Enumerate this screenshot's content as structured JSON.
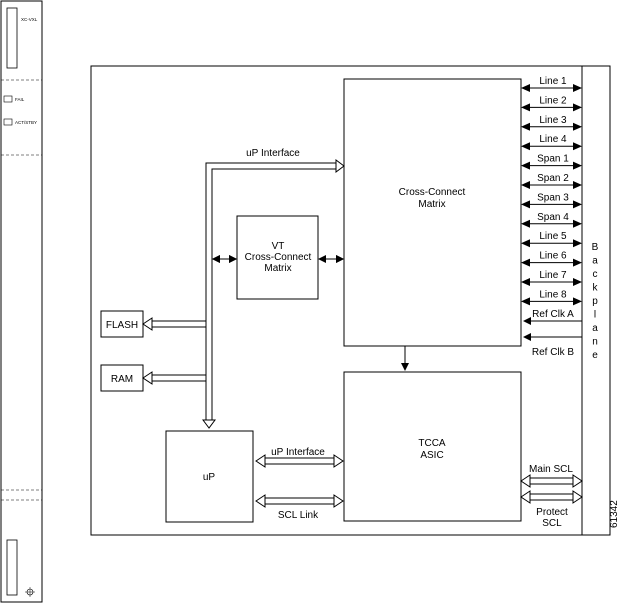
{
  "card": {
    "name": "XC-VXL",
    "leds": [
      "FAIL",
      "ACT/STBY"
    ]
  },
  "blocks": {
    "cross_connect_matrix": "Cross-Connect\nMatrix",
    "vt_matrix": "VT\nCross-Connect\nMatrix",
    "flash": "FLASH",
    "ram": "RAM",
    "up": "uP",
    "tcca": "TCCA\nASIC",
    "backplane": "Backplane"
  },
  "labels": {
    "up_interface_top": "uP Interface",
    "up_interface_bottom": "uP Interface",
    "scl_link": "SCL Link",
    "main_scl": "Main SCL",
    "protect_scl": "Protect\nSCL",
    "ref_clk_a": "Ref Clk A",
    "ref_clk_b": "Ref Clk B"
  },
  "lines": [
    "Line 1",
    "Line 2",
    "Line 3",
    "Line 4",
    "Span 1",
    "Span 2",
    "Span 3",
    "Span 4",
    "Line 5",
    "Line 6",
    "Line 7",
    "Line 8"
  ],
  "figure_id": "61342"
}
